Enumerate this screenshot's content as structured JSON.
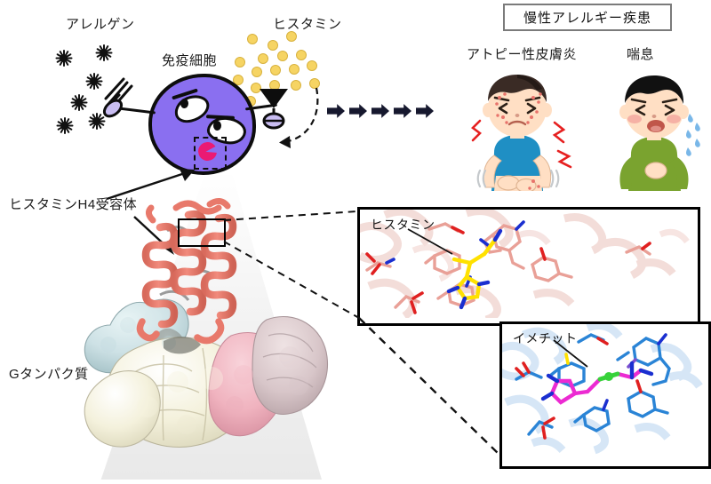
{
  "figure": {
    "kind": "scientific-graphical-abstract",
    "subject": "Histamine H4 receptor signalling in chronic allergic disease"
  },
  "top_left": {
    "allergen_label": "アレルゲン",
    "histamine_label": "ヒスタミン",
    "immune_cell_label": "免疫細胞",
    "allergen_count": 6,
    "histamine_dot_count": 17,
    "colors": {
      "cell": "#8a6ff0",
      "receptor": "#eb1a73",
      "histamine_dot": "#f6d463",
      "allergen": "#111111"
    }
  },
  "flow": {
    "arrow_count": 5,
    "arrow_color": "#16182e"
  },
  "top_right": {
    "title": "慢性アレルギー疾患",
    "title_border_color": "#7b7b7b",
    "diseases": [
      {
        "label": "アトピー性皮膚炎",
        "shirt_color": "#1f8fc4"
      },
      {
        "label": "喘息",
        "shirt_color": "#7aa32f"
      }
    ]
  },
  "structure": {
    "receptor_label": "ヒスタミンH4受容体",
    "gprotein_label": "Gタンパク質",
    "receptor_color": "#e8796b",
    "gprotein_colors": {
      "alpha": "#f2efd8",
      "beta": "#cfe3e6",
      "gamma": "#f0b7c2",
      "nanobody": "#d9c9cc"
    }
  },
  "insets": {
    "histamine_panel": {
      "label": "ヒスタミン",
      "ligand_color": "#ffe100",
      "residue_color": "#e9a097",
      "nitrogen_color": "#1a2fd0",
      "oxygen_color": "#e02020"
    },
    "imetit_panel": {
      "label": "イメチット",
      "ligand_color": "#ec2ad2",
      "sulfur_color": "#37d23a",
      "residue_color": "#2a84d6",
      "nitrogen_color": "#1a2fd0",
      "oxygen_color": "#e02020"
    }
  }
}
